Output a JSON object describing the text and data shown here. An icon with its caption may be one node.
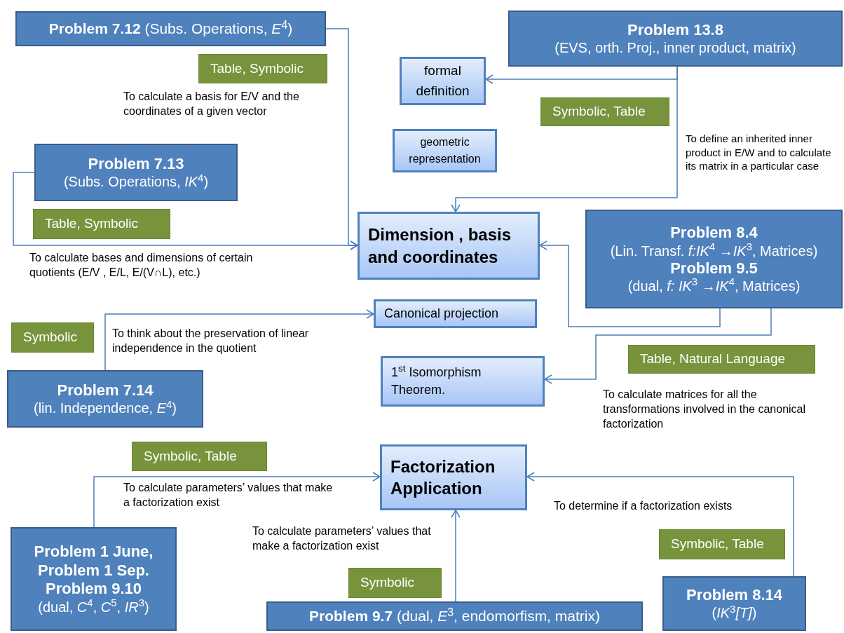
{
  "diagram": {
    "nodes": [
      {
        "text": [
          "**Problem 7.12** (Subs. Operations, *E*$^{4}$)"
        ]
      },
      {
        "text": [
          "Table, Symbolic"
        ]
      },
      {
        "text": [
          "Problem 13.8",
          "(EVS, orth. Proj., inner product, matrix)"
        ]
      },
      {
        "text": [
          "formal definition"
        ]
      },
      {
        "text": [
          "Symbolic, Table"
        ]
      },
      {
        "text": [
          "geometric representation"
        ]
      },
      {
        "text": [
          "Problem 7.13",
          "(Subs. Operations, *IK*$^{4}$)"
        ]
      },
      {
        "text": [
          "Table, Symbolic"
        ]
      },
      {
        "text": [
          "Dimension , basis and coordinates"
        ]
      },
      {
        "text": [
          "Problem 8.4",
          "(Lin. Transf. *f:IK*$^{4}$ →*IK*$^{3}$, Matrices)",
          "Problem 9.5",
          "(dual, *f: IK*$^{3}$ →*IK*$^{4}$, Matrices)"
        ]
      },
      {
        "text": [
          "Canonical projection"
        ]
      },
      {
        "text": [
          "Symbolic"
        ]
      },
      {
        "text": [
          "Problem 7.14",
          "(lin. Independence, *E*$^{4}$)"
        ]
      },
      {
        "text": [
          "Table, Natural Language"
        ]
      },
      {
        "text": [
          "1$^{st}$ Isomorphism Theorem."
        ]
      },
      {
        "text": [
          "Symbolic, Table"
        ]
      },
      {
        "text": [
          "Factorization Application"
        ]
      },
      {
        "text": [
          "Problem 1 June, Problem 1 Sep. Problem 9.10",
          "(dual, *C*$^{4}$, *C*$^{5}$, *IR*$^{3}$)"
        ]
      },
      {
        "text": [
          "Symbolic, Table"
        ]
      },
      {
        "text": [
          "Symbolic"
        ]
      },
      {
        "text": [
          "**Problem 9.7** (dual, *E*$^{3}$,  endomorfism, matrix)"
        ]
      },
      {
        "text": [
          "Problem 8.14",
          "(*IK*$^{3}$*[T]*)"
        ]
      }
    ],
    "edges": [
      {
        "from": 0,
        "to": 8,
        "arrow": "to"
      },
      {
        "from": 6,
        "to": 8,
        "arrow": "to"
      },
      {
        "from": 2,
        "to": 3,
        "arrow": "to"
      },
      {
        "from": 2,
        "to": 8,
        "arrow": "to"
      },
      {
        "from": 9,
        "to": 8,
        "arrow": "to"
      },
      {
        "from": 9,
        "to": 14,
        "arrow": "to"
      },
      {
        "from": 12,
        "to": 10,
        "arrow": "to"
      },
      {
        "from": 17,
        "to": 16,
        "arrow": "to"
      },
      {
        "from": 20,
        "to": 16,
        "arrow": "to"
      },
      {
        "from": 21,
        "to": 16,
        "arrow": "to"
      }
    ],
    "labels": [
      "To calculate a basis for E/V and the coordinates of a given vector",
      "To define an inherited inner product in E/W and to calculate its matrix in a particular case",
      "To calculate bases and dimensions of certain quotients (E/V , E/L, E/(V∩L), etc.)",
      "To think about the preservation of linear independence in the quotient",
      "To calculate matrices for all the transformations involved in the canonical factorization",
      "To calculate parameters’ values that make a factorization exist",
      "To determine if a factorization exists",
      "To calculate parameters’ values that make a factorization exist"
    ]
  }
}
